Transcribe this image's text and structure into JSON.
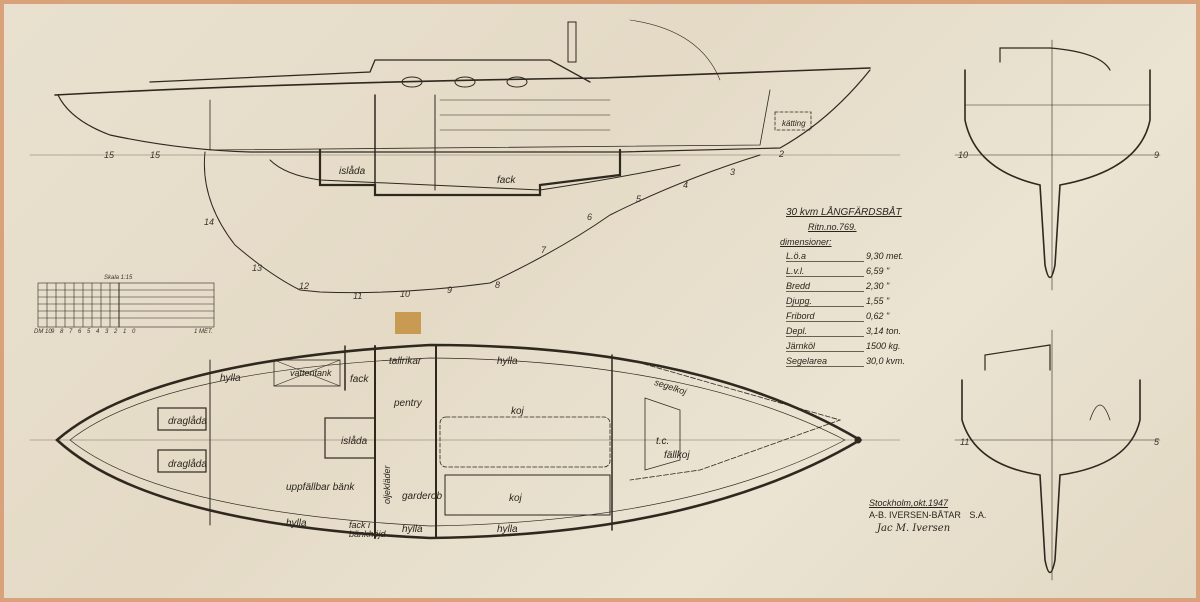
{
  "title_block": {
    "title": "30 kvm LÅNGFÄRDSBÅT",
    "drawing_no": "Ritn.no.769.",
    "dimensions_heading": "dimensioner:",
    "dimensions": [
      {
        "label": "L.ö.a",
        "value": "9,30 met."
      },
      {
        "label": "L.v.l.",
        "value": "6,59 \""
      },
      {
        "label": "Bredd",
        "value": "2,30 \""
      },
      {
        "label": "Djupg.",
        "value": "1,55 \""
      },
      {
        "label": "Fribord",
        "value": "0,62 \""
      },
      {
        "label": "Depl.",
        "value": "3,14 ton."
      },
      {
        "label": "Järnköl",
        "value": "1500 kg."
      },
      {
        "label": "Segelarea",
        "value": "30,0 kvm."
      }
    ]
  },
  "signature": {
    "place_date": "Stockholm,okt.1947",
    "company": "A-B. IVERSEN-BÅTAR",
    "suffix": "S.A.",
    "signed": "Jac M. Iversen"
  },
  "scale": {
    "title": "Skala 1:15",
    "left_label": "DM 10",
    "ticks": [
      "9",
      "8",
      "7",
      "6",
      "5",
      "4",
      "3",
      "2",
      "1",
      "0"
    ],
    "right_label": "1 MET."
  },
  "profile_labels": {
    "islada": "islåda",
    "fack": "fack",
    "katting": "kätting"
  },
  "plan_labels": {
    "draglada1": "draglåda",
    "draglada2": "draglåda",
    "hylla1": "hylla",
    "vattentank": "vattentank",
    "fack": "fack",
    "tallrikar": "tallrikar",
    "hylla2": "hylla",
    "pentry": "pentry",
    "koj1": "koj",
    "islada": "islåda",
    "segelkoj": "segelkoj",
    "tc": "t.c.",
    "fallkoj": "fällkoj",
    "uppfallbar_bank": "uppfällbar bänk",
    "oljeklader": "oljekläder",
    "garderob": "garderob",
    "koj2": "koj",
    "hylla3": "hylla",
    "fack_bankhojd": "fack i bänkhöjd",
    "hylla4": "hylla",
    "hylla5": "hylla"
  },
  "stations_profile": [
    "15",
    "15",
    "14",
    "13",
    "12",
    "11",
    "10",
    "9",
    "8",
    "7",
    "6",
    "5",
    "4",
    "3",
    "2"
  ],
  "stations_sections": [
    "10",
    "9",
    "11",
    "5"
  ],
  "colors": {
    "paper": "#e8e0cf",
    "ink": "#2a241c",
    "border": "#d9a27a"
  }
}
